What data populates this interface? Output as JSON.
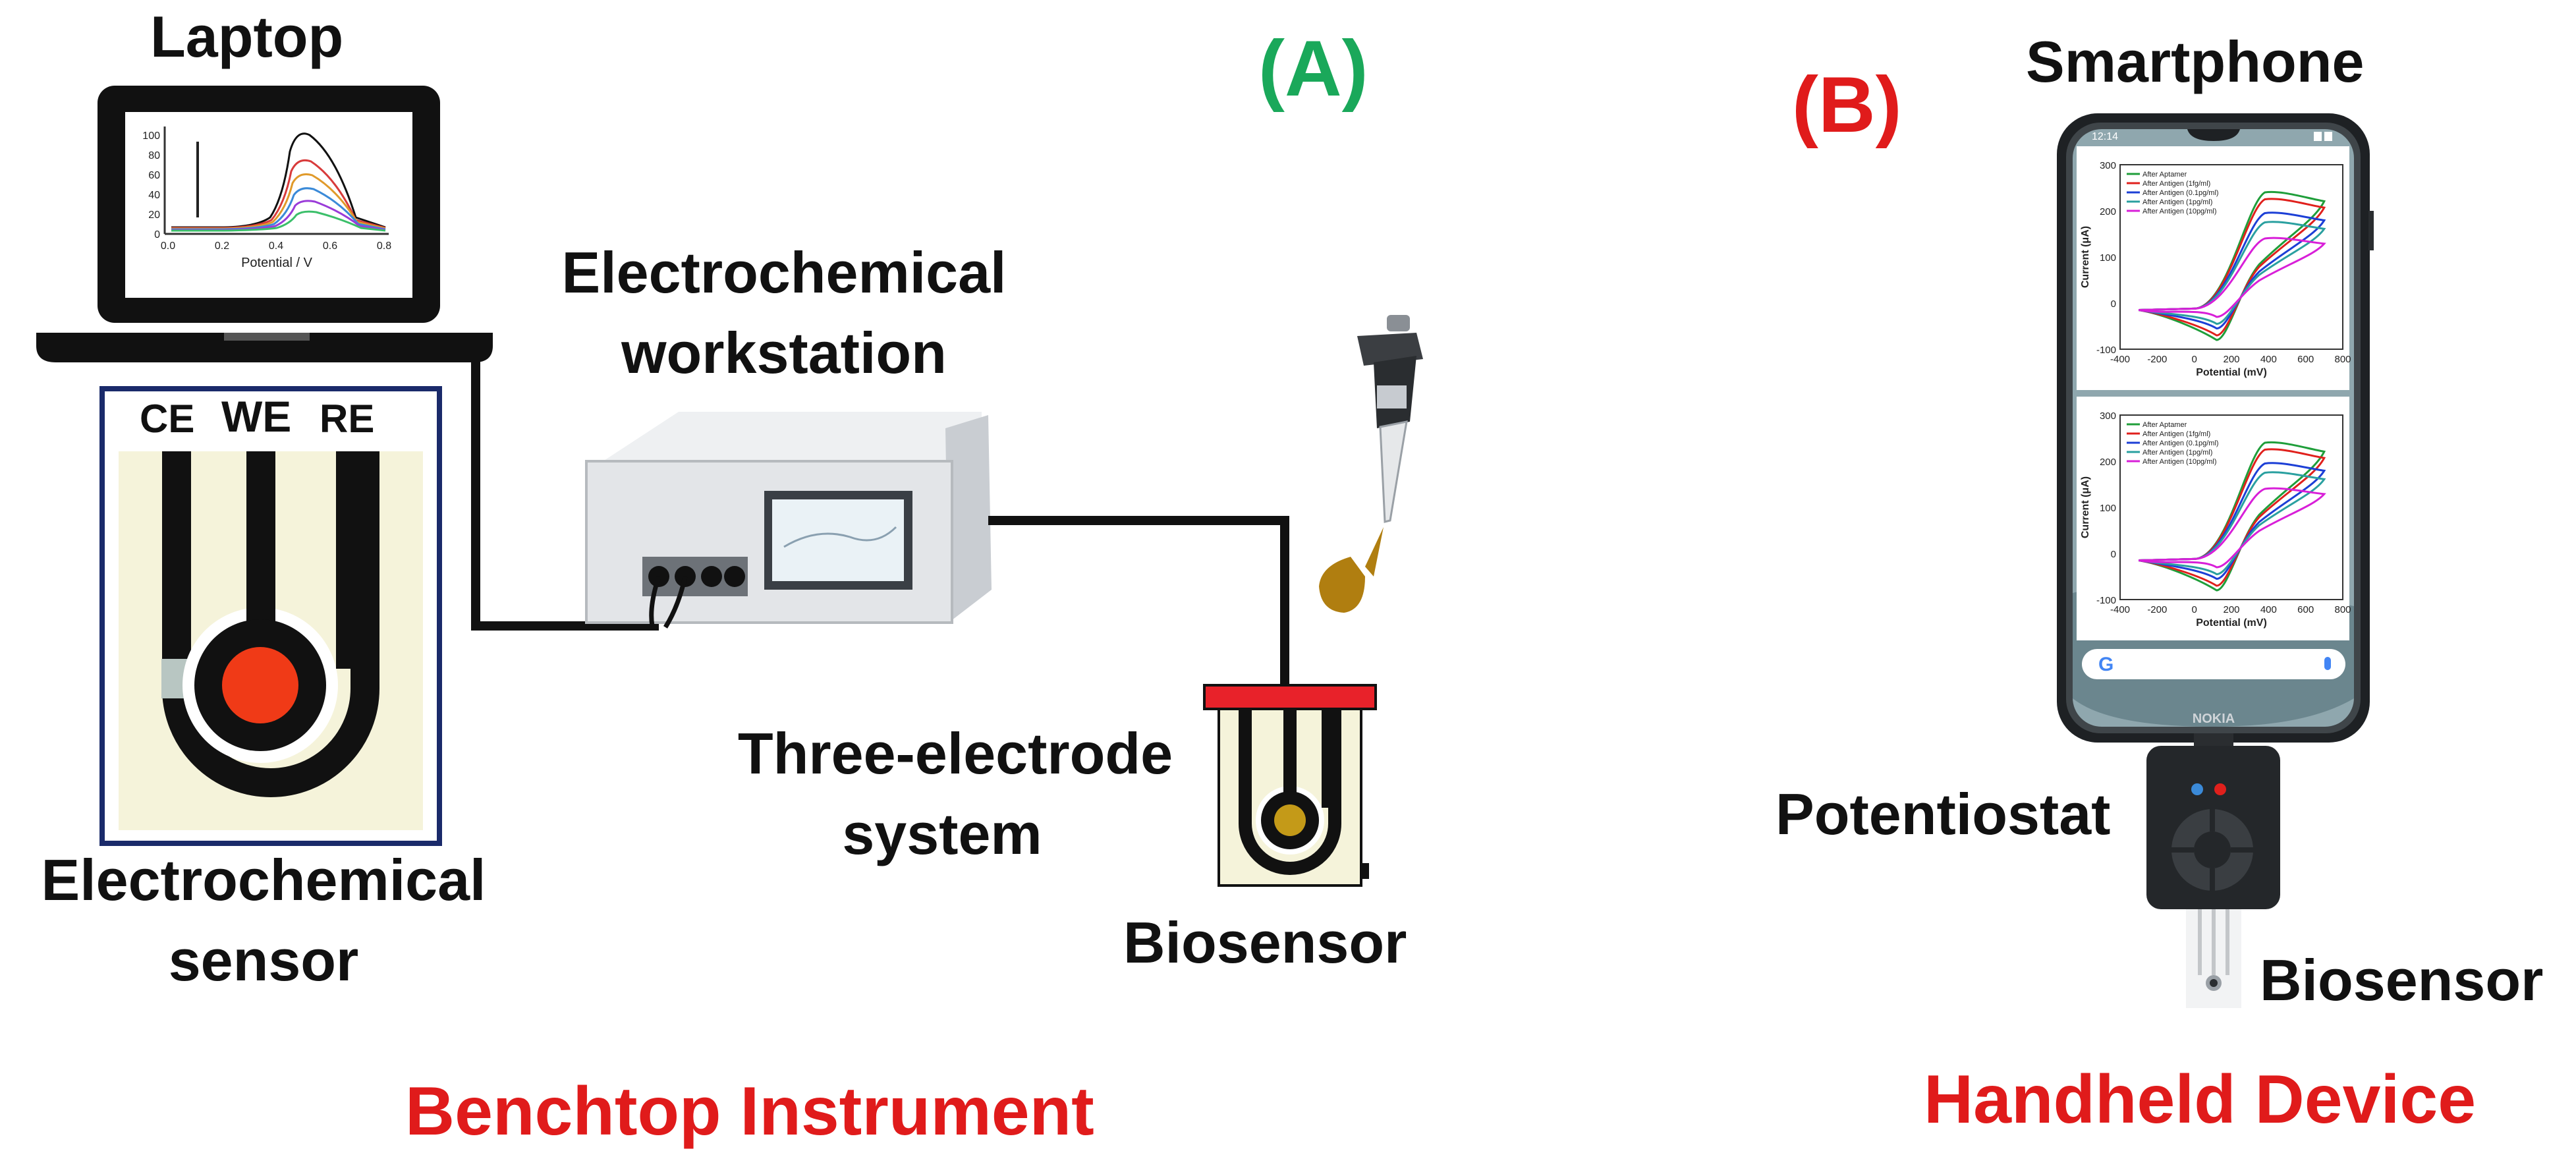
{
  "panels": {
    "a": {
      "label": "(A)",
      "color": "#1aa85a"
    },
    "b": {
      "label": "(B)",
      "color": "#e01b1b"
    }
  },
  "labels": {
    "laptop": "Laptop",
    "electrochemical_sensor_line1": "Electrochemical",
    "electrochemical_sensor_line2": "sensor",
    "workstation_line1": "Electrochemical",
    "workstation_line2": "workstation",
    "three_electrode_line1": "Three-electrode",
    "three_electrode_line2": "system",
    "biosensor_a": "Biosensor",
    "smartphone": "Smartphone",
    "potentiostat": "Potentiostat",
    "biosensor_b": "Biosensor"
  },
  "electrodes": {
    "ce": "CE",
    "we": "WE",
    "re": "RE"
  },
  "footers": {
    "benchtop": "Benchtop Instrument",
    "handheld": "Handheld Device"
  },
  "colors": {
    "footer_red": "#e01b1b",
    "working_electrode": "#f03a17",
    "cap_red": "#e8222a",
    "droplet": "#b07e10"
  },
  "laptop_screen_chart": {
    "xlabel": "Potential / V",
    "x_ticks": [
      "0.0",
      "0.2",
      "0.4",
      "0.6",
      "0.8"
    ],
    "y_ticks": [
      "0",
      "20",
      "40",
      "60",
      "80",
      "100"
    ]
  },
  "phone": {
    "status_time": "12:14",
    "brand": "NOKIA",
    "google_glyph": "G",
    "chart_top": {
      "ylabel": "Current (μA)",
      "xlabel": "Potential (mV)",
      "x_ticks": [
        "-400",
        "-200",
        "0",
        "200",
        "400",
        "600",
        "800"
      ],
      "y_ticks": [
        "-100",
        "0",
        "100",
        "200",
        "300"
      ],
      "legend": [
        "After Aptamer",
        "After Antigen (1fg/ml)",
        "After Antigen (0.1pg/ml)",
        "After Antigen (1pg/ml)",
        "After Antigen (10pg/ml)"
      ]
    },
    "chart_bottom": {
      "ylabel": "Current (μA)",
      "xlabel": "Potential (mV)",
      "x_ticks": [
        "-400",
        "-200",
        "0",
        "200",
        "400",
        "600",
        "800"
      ],
      "y_ticks": [
        "-100",
        "0",
        "100",
        "200",
        "300"
      ],
      "legend": [
        "After Aptamer",
        "After Antigen (1fg/ml)",
        "After Antigen (0.1pg/ml)",
        "After Antigen (1pg/ml)",
        "After Antigen (10pg/ml)"
      ]
    },
    "series_colors": [
      "#1f9e3a",
      "#e0201c",
      "#1c3fd6",
      "#2aa0a0",
      "#d81fd8"
    ]
  }
}
